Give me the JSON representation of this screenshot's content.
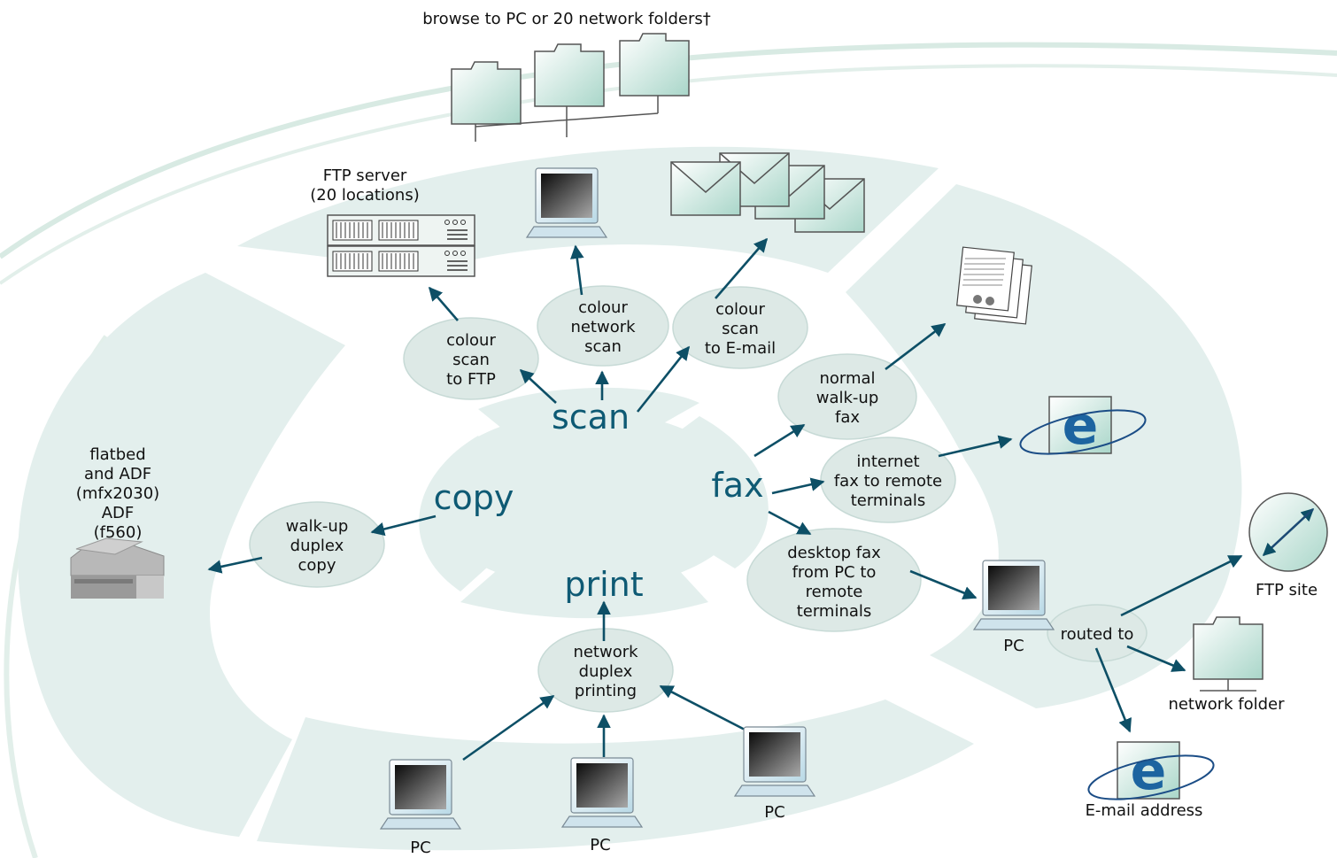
{
  "hubs": {
    "scan": "scan",
    "copy": "copy",
    "fax": "fax",
    "print": "print"
  },
  "labels": {
    "browse": "browse to PC or 20 network folders†",
    "ftp_server": [
      "FTP server",
      "(20 locations)"
    ],
    "flatbed": [
      "flatbed",
      "and ADF",
      "(mfx2030)",
      "ADF",
      "(f560)"
    ],
    "pc": "PC",
    "ftp_site": "FTP site",
    "network_folder": "network folder",
    "email_address": "E-mail address"
  },
  "bubbles": {
    "colour_scan_ftp": [
      "colour",
      "scan",
      "to FTP"
    ],
    "colour_network_scan": [
      "colour",
      "network",
      "scan"
    ],
    "colour_scan_email": [
      "colour",
      "scan",
      "to E-mail"
    ],
    "walkup_copy": [
      "walk-up",
      "duplex",
      "copy"
    ],
    "normal_fax": [
      "normal",
      "walk-up",
      "fax"
    ],
    "internet_fax": [
      "internet",
      "fax to remote",
      "terminals"
    ],
    "desktop_fax": [
      "desktop fax",
      "from PC to",
      "remote",
      "terminals"
    ],
    "network_printing": [
      "network",
      "duplex",
      "printing"
    ],
    "routed_to": [
      "routed to"
    ]
  },
  "icons": {
    "folder": "folder-icon",
    "envelope": "envelope-icon",
    "computer": "pc-icon",
    "server": "server-icon",
    "document": "document-icon",
    "email": "email-e-icon",
    "ftp": "ftp-site-icon",
    "copier": "copier-icon"
  },
  "colors": {
    "segment": "#e3efed",
    "hub_text": "#0e5a74",
    "arrow": "#0d4f66"
  }
}
